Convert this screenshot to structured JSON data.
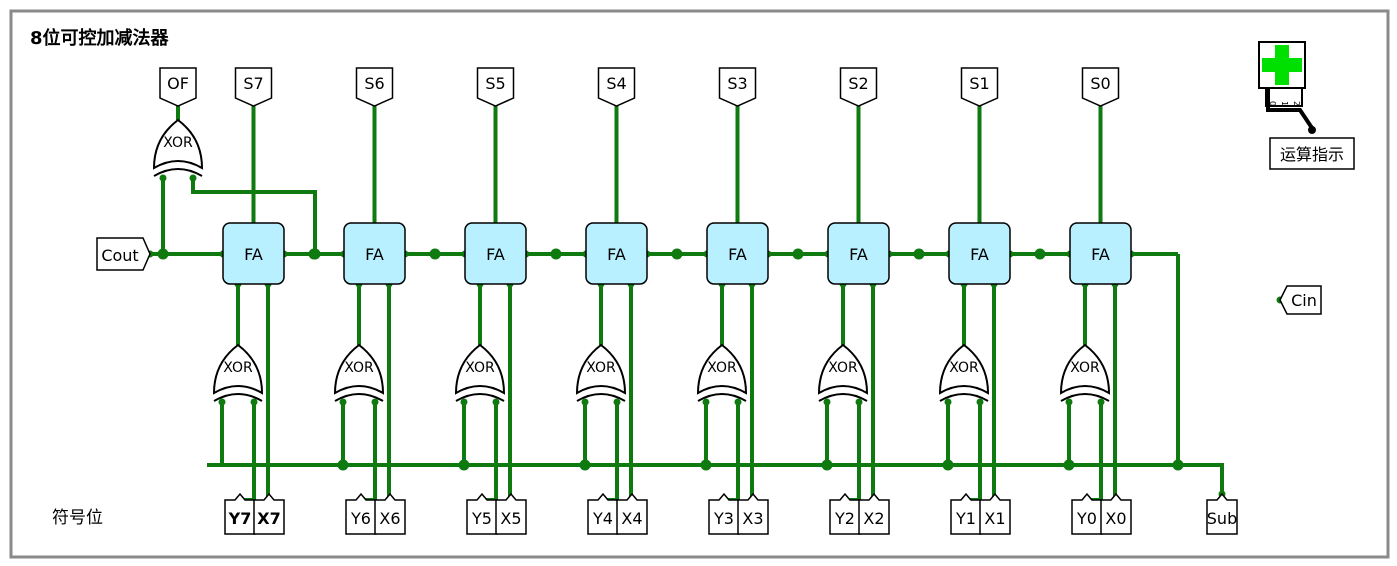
{
  "title": "8位可控加减法器",
  "sign_bit_label": "符号位",
  "indicator_label": "运算指示",
  "indicator_pins": [
    "0",
    "1",
    "2"
  ],
  "xor_label": "XOR",
  "fa_label": "FA",
  "pins": {
    "of": "OF",
    "cout": "Cout",
    "cin": "Cin",
    "sub": "Sub"
  },
  "adders": [
    {
      "s": "S7",
      "y": "Y7",
      "x": "X7"
    },
    {
      "s": "S6",
      "y": "Y6",
      "x": "X6"
    },
    {
      "s": "S5",
      "y": "Y5",
      "x": "X5"
    },
    {
      "s": "S4",
      "y": "Y4",
      "x": "X4"
    },
    {
      "s": "S3",
      "y": "Y3",
      "x": "X3"
    },
    {
      "s": "S2",
      "y": "Y2",
      "x": "X2"
    },
    {
      "s": "S1",
      "y": "Y1",
      "x": "X1"
    },
    {
      "s": "S0",
      "y": "Y0",
      "x": "X0"
    }
  ],
  "colors": {
    "wire": "#0f7a0f",
    "fa_fill": "#b8f0ff",
    "border": "#888888",
    "led": "#00e000"
  }
}
